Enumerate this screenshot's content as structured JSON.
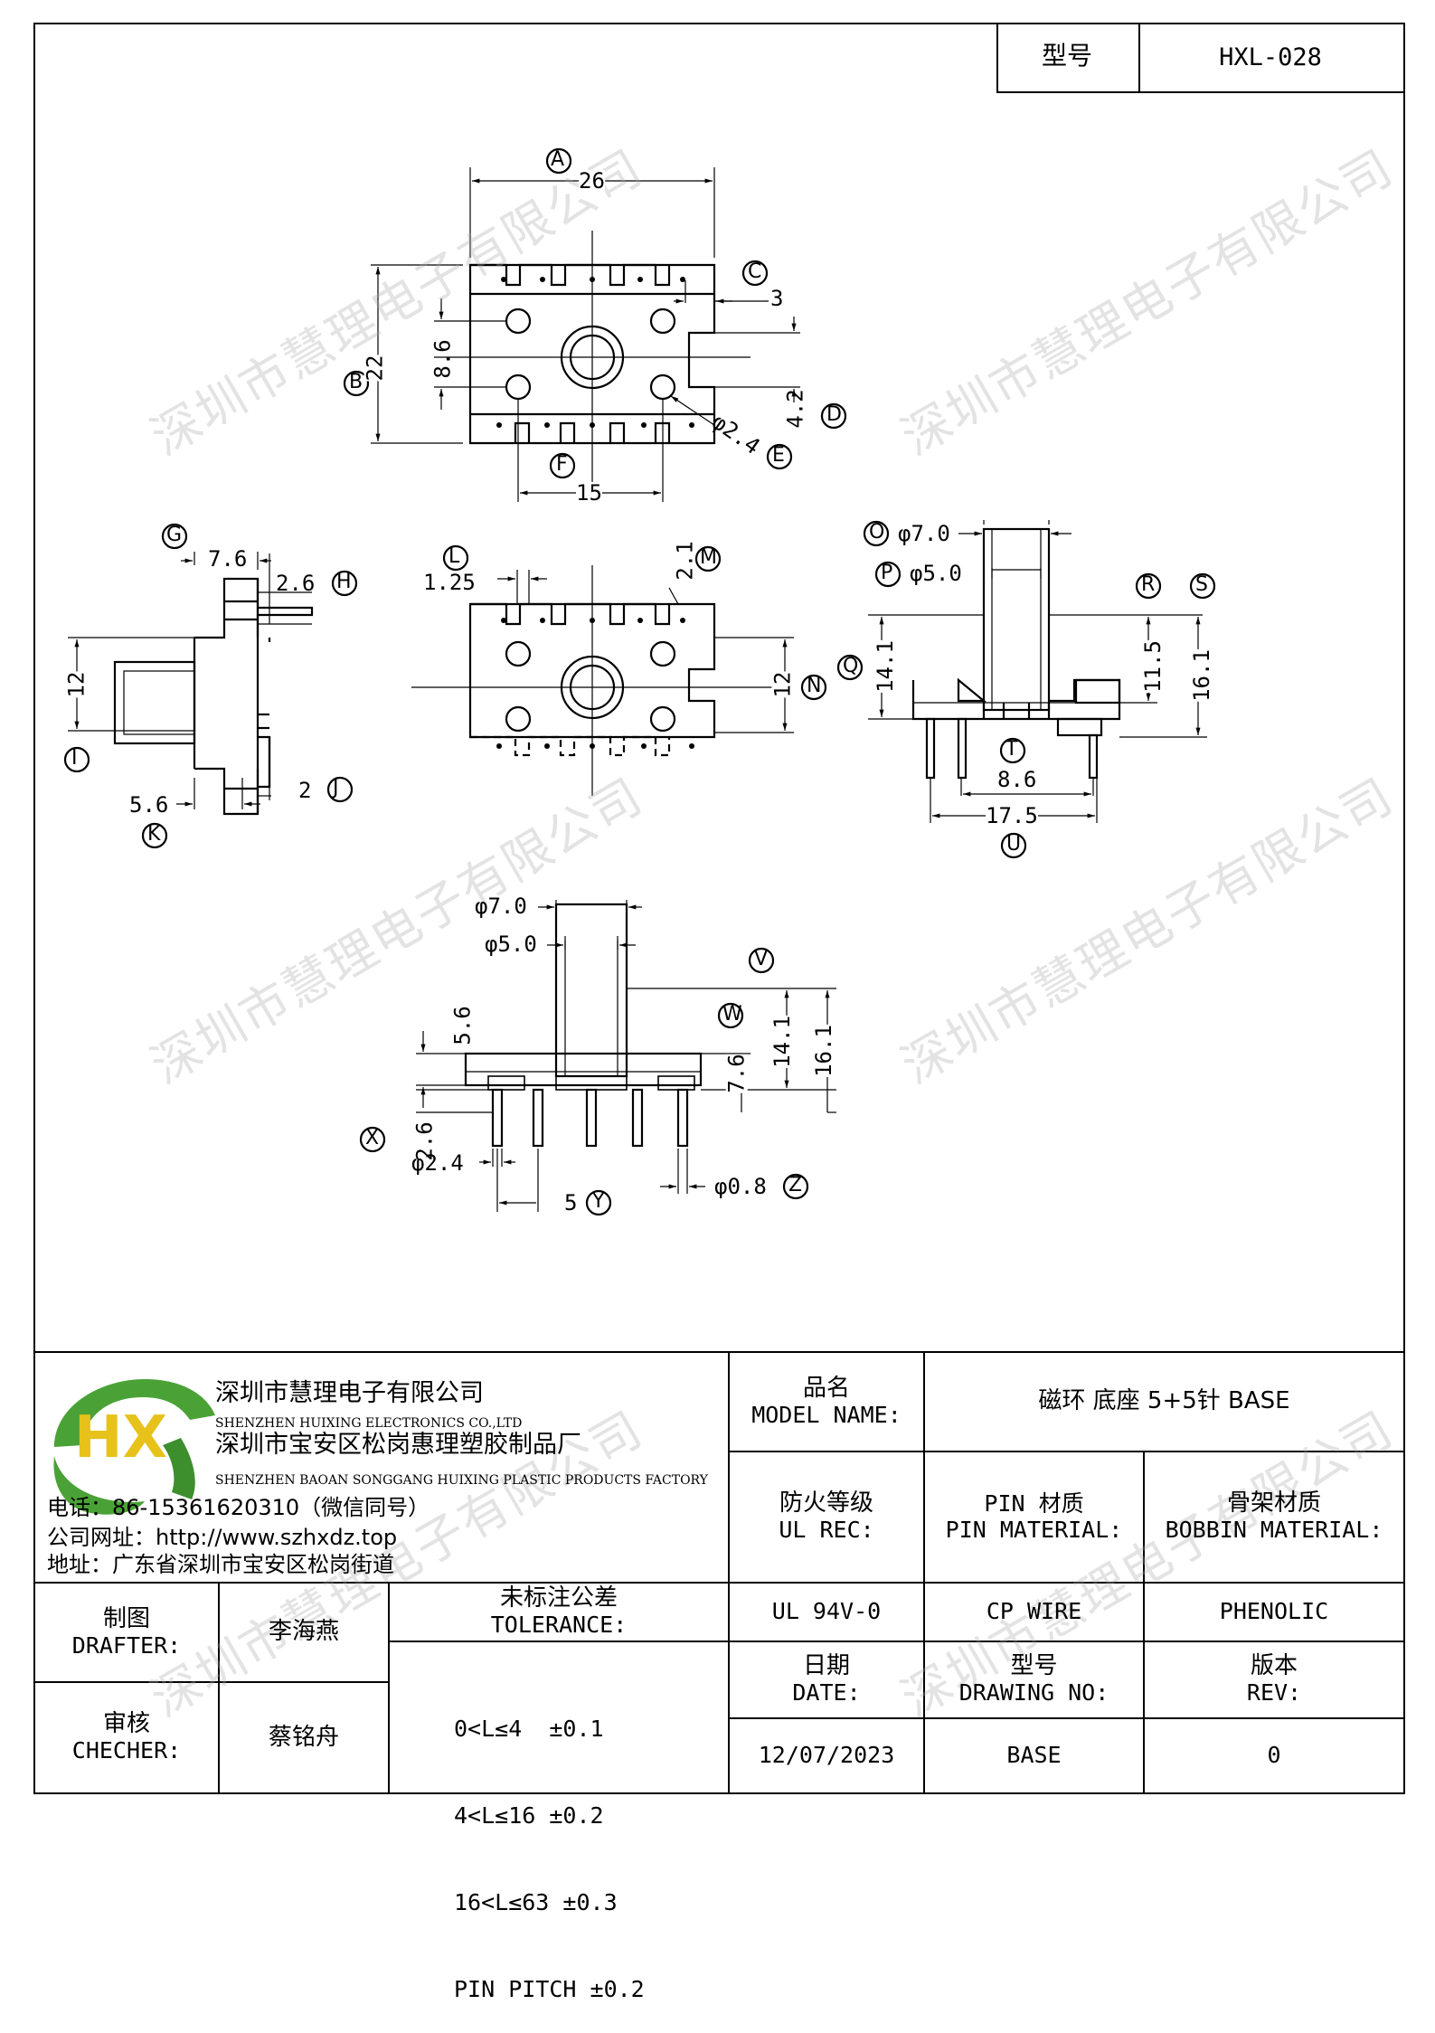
{
  "header": {
    "model_label": "型号",
    "model_value": "HXL-028"
  },
  "watermark": "深圳市慧理电子有限公司",
  "drawing": {
    "top_view": {
      "A": "A",
      "B": "B",
      "C": "C",
      "D": "D",
      "E": "E",
      "F": "F",
      "dim_26": "26",
      "dim_22": "22",
      "dim_3": "3",
      "dim_8_6": "8.6",
      "dim_4_2": "4.2",
      "dim_phi_2_4": "φ2.4",
      "dim_15": "15"
    },
    "side_view": {
      "G": "G",
      "H": "H",
      "I": "I",
      "J": "J",
      "K": "K",
      "dim_7_6": "7.6",
      "dim_2_6": "2.6",
      "dim_12": "12",
      "dim_2": "2",
      "dim_5_6": "5.6"
    },
    "bottom_view": {
      "L": "L",
      "M": "M",
      "N": "N",
      "dim_1_25": "1.25",
      "dim_2_1": "2.1",
      "dim_12": "12"
    },
    "front_view_right": {
      "O": "O",
      "P": "P",
      "Q": "Q",
      "R": "R",
      "S": "S",
      "T": "T",
      "U": "U",
      "dim_phi_7_0": "φ7.0",
      "dim_phi_5_0": "φ5.0",
      "dim_14_1": "14.1",
      "dim_11_5": "11.5",
      "dim_16_1": "16.1",
      "dim_8_6": "8.6",
      "dim_17_5": "17.5"
    },
    "front_view_bottom": {
      "V": "V",
      "W": "W",
      "X": "X",
      "Y": "Y",
      "Z": "Z",
      "dim_phi_7_0": "φ7.0",
      "dim_phi_5_0": "φ5.0",
      "dim_5_6": "5.6",
      "dim_7_6": "7.6",
      "dim_14_1": "14.1",
      "dim_16_1": "16.1",
      "dim_2_6": "2.6",
      "dim_phi_2_4": "φ2.4",
      "dim_5": "5",
      "dim_phi_0_8": "φ0.8"
    }
  },
  "title_block": {
    "company_cn": "深圳市慧理电子有限公司",
    "company_en": "SHENZHEN HUIXING ELECTRONICS CO.,LTD",
    "factory_cn": "深圳市宝安区松岗惠理塑胶制品厂",
    "factory_en": "SHENZHEN BAOAN SONGGANG HUIXING PLASTIC PRODUCTS FACTORY",
    "phone": "电话：86-15361620310（微信同号）",
    "website": "公司网址：http://www.szhxdz.top",
    "address": "地址：广东省深圳市宝安区松岗街道",
    "logo_text": "HX",
    "model_name_cn": "品名",
    "model_name_en": "MODEL NAME:",
    "model_name_value": "磁环 底座 5+5针 BASE",
    "ul_rec_cn": "防火等级",
    "ul_rec_en": "UL REC:",
    "pin_material_cn": "PIN 材质",
    "pin_material_en": "PIN MATERIAL:",
    "bobbin_material_cn": "骨架材质",
    "bobbin_material_en": "BOBBIN MATERIAL:",
    "drafter_cn": "制图",
    "drafter_en": "DRAFTER:",
    "drafter_name": "李海燕",
    "tolerance_cn": "未标注公差",
    "tolerance_en": "TOLERANCE:",
    "ul_value": "UL 94V-0",
    "pin_material_value": "CP WIRE",
    "bobbin_material_value": "PHENOLIC",
    "checker_cn": "审核",
    "checker_en": "CHECHER:",
    "checker_name": "蔡铭舟",
    "tolerances": [
      "0<L≤4  ±0.1",
      "4<L≤16 ±0.2",
      "16<L≤63 ±0.3",
      "PIN PITCH ±0.2"
    ],
    "date_cn": "日期",
    "date_en": "DATE:",
    "drawing_no_cn": "型号",
    "drawing_no_en": "DRAWING NO:",
    "rev_cn": "版本",
    "rev_en": "REV:",
    "date_value": "12/07/2023",
    "drawing_no_value": "BASE",
    "rev_value": "0"
  }
}
